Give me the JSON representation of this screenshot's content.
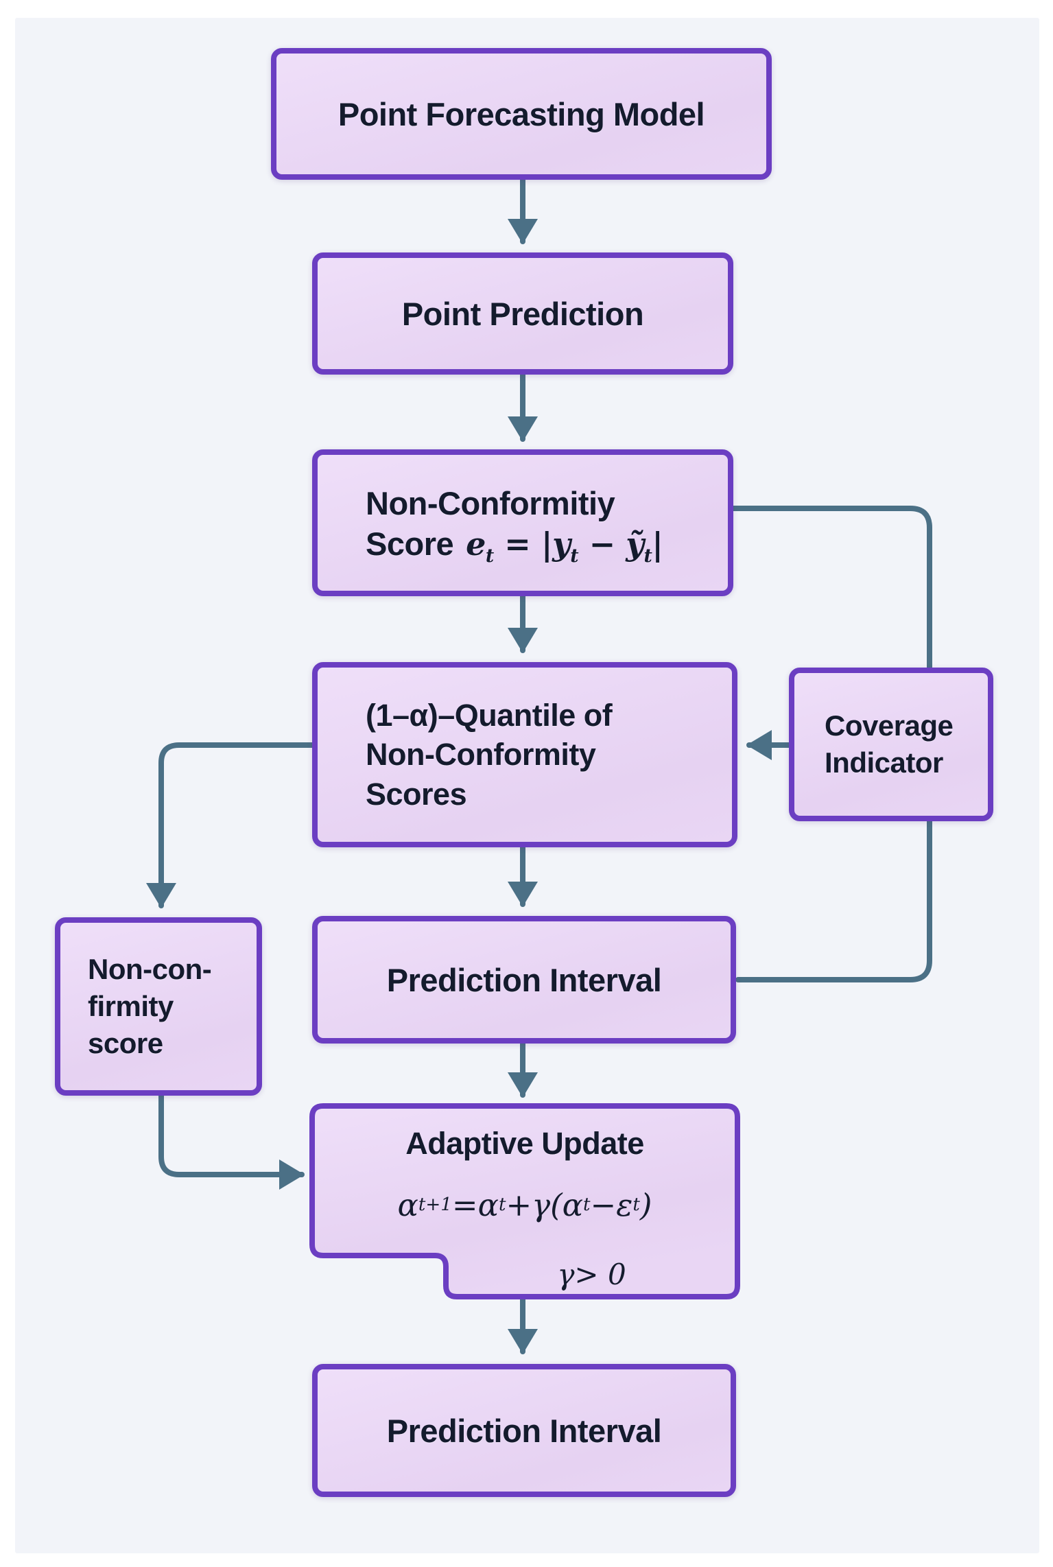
{
  "palette": {
    "background": "#f2f4f9",
    "box_fill_light": "#efdff9",
    "box_fill_dark": "#e6d2f2",
    "box_border": "#6b3ec2",
    "arrow": "#4b7086",
    "text": "#141b2d"
  },
  "nodes": {
    "point_forecasting_model": {
      "label": "Point Forecasting Model"
    },
    "point_prediction": {
      "label": "Point Prediction"
    },
    "nonconformity_score": {
      "line1": "Non-Conformitiy",
      "score_label": "Score",
      "math": [
        {
          "v": "e",
          "sub": "t"
        },
        {
          "v": " = |"
        },
        {
          "v": "y",
          "sub": "t"
        },
        {
          "v": " − "
        },
        {
          "v": "ỹ",
          "sub": "t"
        },
        {
          "v": "|"
        }
      ]
    },
    "quantile": {
      "lines": [
        "(1–α)–Quantile of",
        "Non-Conformity",
        "Scores"
      ]
    },
    "coverage_indicator": {
      "lines": [
        "Coverage",
        "Indicator"
      ]
    },
    "prediction_interval_mid": {
      "label": "Prediction Interval"
    },
    "nonconfirmity_score": {
      "lines": [
        "Non-con-",
        "firmity",
        "score"
      ]
    },
    "adaptive_update": {
      "title": "Adaptive Update",
      "formula": [
        {
          "v": "α",
          "sub": "t+1"
        },
        {
          "v": " = "
        },
        {
          "v": "α",
          "sub": "t"
        },
        {
          "v": " + "
        },
        {
          "v": "γ"
        },
        {
          "v": "("
        },
        {
          "v": "α",
          "sub": "t"
        },
        {
          "v": " − "
        },
        {
          "v": "ε",
          "sub": "t"
        },
        {
          "v": ")"
        }
      ],
      "condition": [
        {
          "v": "γ"
        },
        {
          "v": " > 0"
        }
      ]
    },
    "prediction_interval_bottom": {
      "label": "Prediction Interval"
    }
  }
}
